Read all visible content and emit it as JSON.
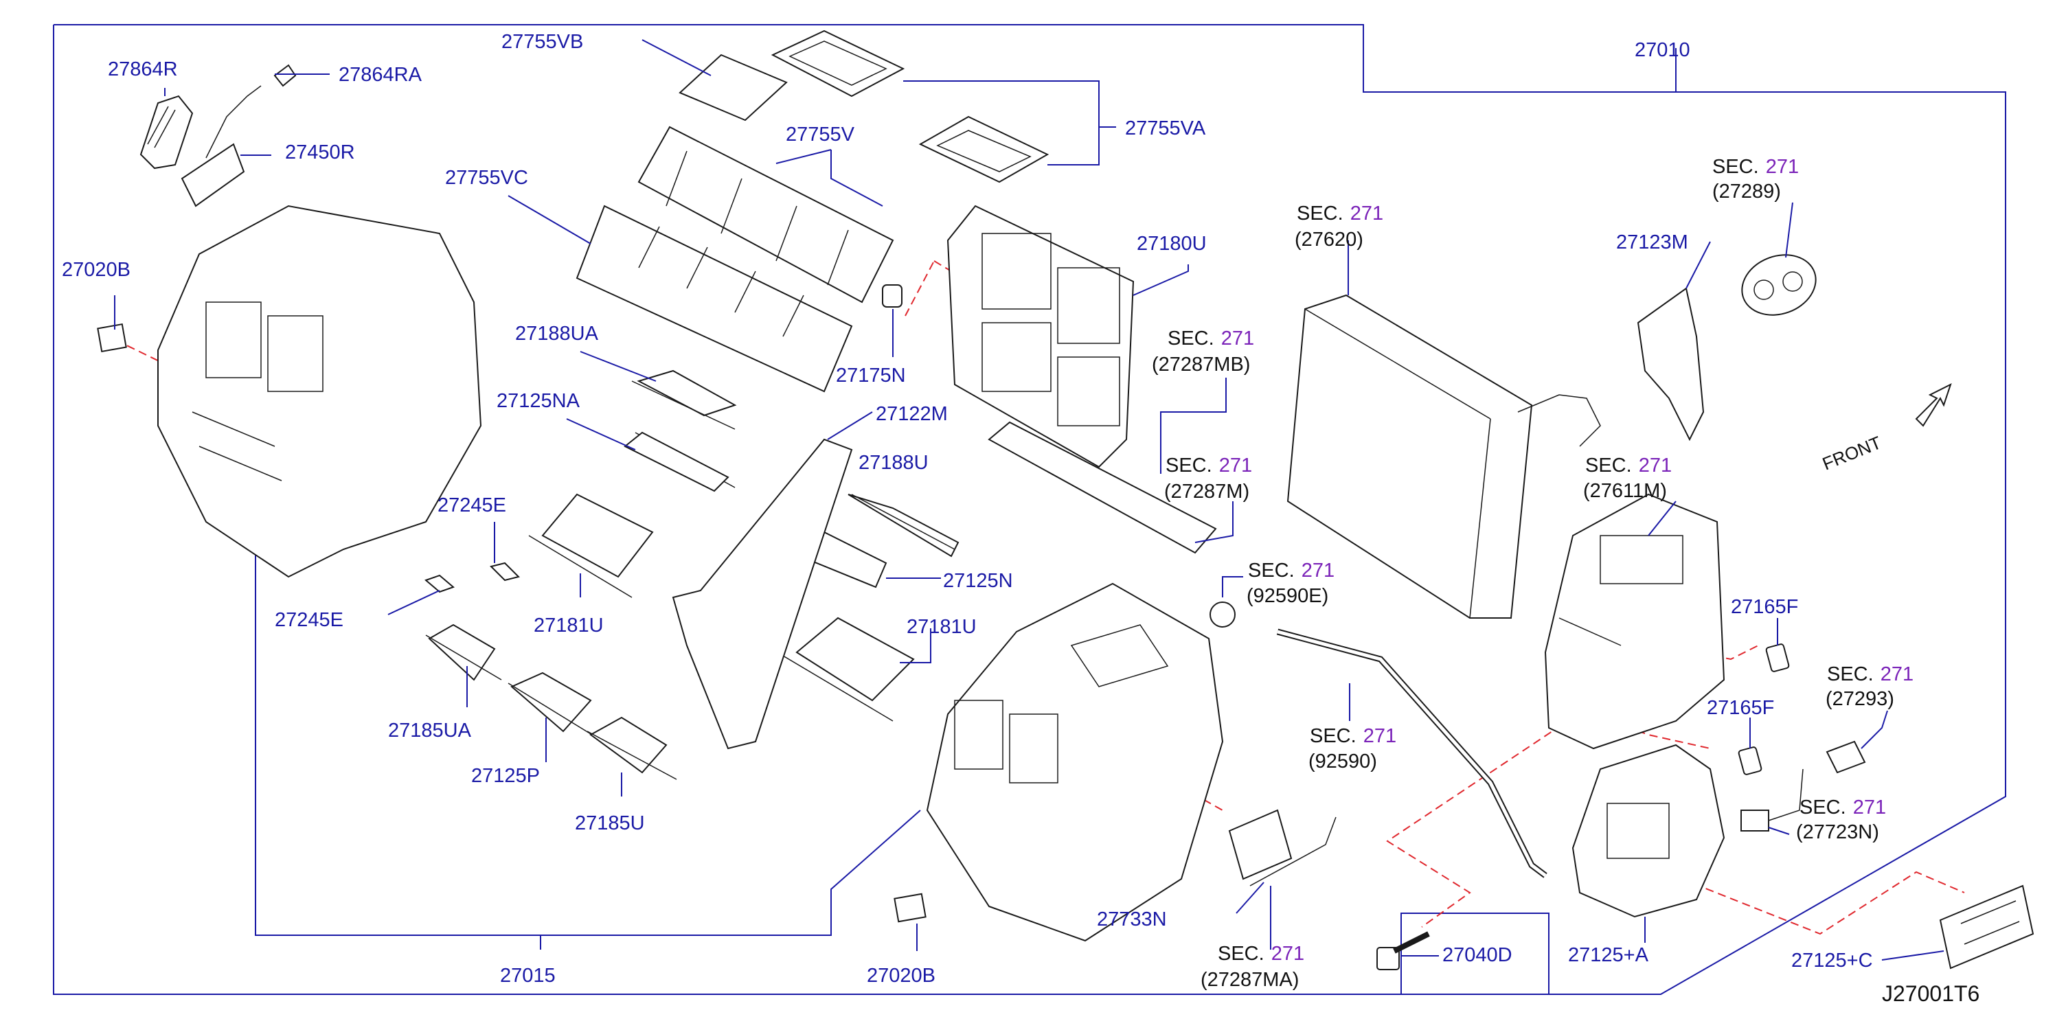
{
  "diagram_id": "J27001T6",
  "front_label": "FRONT",
  "sec_prefix": "SEC.",
  "parts": {
    "p27864R": "27864R",
    "p27864RA": "27864RA",
    "p27450R": "27450R",
    "p27755VB": "27755VB",
    "p27755VA": "27755VA",
    "p27755V": "27755V",
    "p27755VC": "27755VC",
    "p27010": "27010",
    "p27020B_top": "27020B",
    "p27180U": "27180U",
    "p27175N": "27175N",
    "p27188UA": "27188UA",
    "p27125NA": "27125NA",
    "p27122M": "27122M",
    "p27188U": "27188U",
    "p27245E_a": "27245E",
    "p27245E_b": "27245E",
    "p27181U_a": "27181U",
    "p27125N": "27125N",
    "p27181U_b": "27181U",
    "p27185UA": "27185UA",
    "p27125P": "27125P",
    "p27185U": "27185U",
    "p27123M": "27123M",
    "p27165F_a": "27165F",
    "p27165F_b": "27165F",
    "p27733N": "27733N",
    "p27015": "27015",
    "p27020B_bottom": "27020B",
    "p27040D": "27040D",
    "p27125A": "27125+A",
    "p27125C": "27125+C"
  },
  "sections": {
    "s27620": {
      "num": "271",
      "ref": "(27620)"
    },
    "s27287MB": {
      "num": "271",
      "ref": "(27287MB)"
    },
    "s27287M": {
      "num": "271",
      "ref": "(27287M)"
    },
    "s27289": {
      "num": "271",
      "ref": "(27289)"
    },
    "s27611M": {
      "num": "271",
      "ref": "(27611M)"
    },
    "s92590E": {
      "num": "271",
      "ref": "(92590E)"
    },
    "s92590": {
      "num": "271",
      "ref": "(92590)"
    },
    "s27293": {
      "num": "271",
      "ref": "(27293)"
    },
    "s27723N": {
      "num": "271",
      "ref": "(27723N)"
    },
    "s27287MA": {
      "num": "271",
      "ref": "(27287MA)"
    }
  },
  "colors": {
    "part_label": "#1a1aa6",
    "section_number": "#7a22b8",
    "guide_dashes": "#e0282e",
    "outline": "#1a1a1a"
  }
}
